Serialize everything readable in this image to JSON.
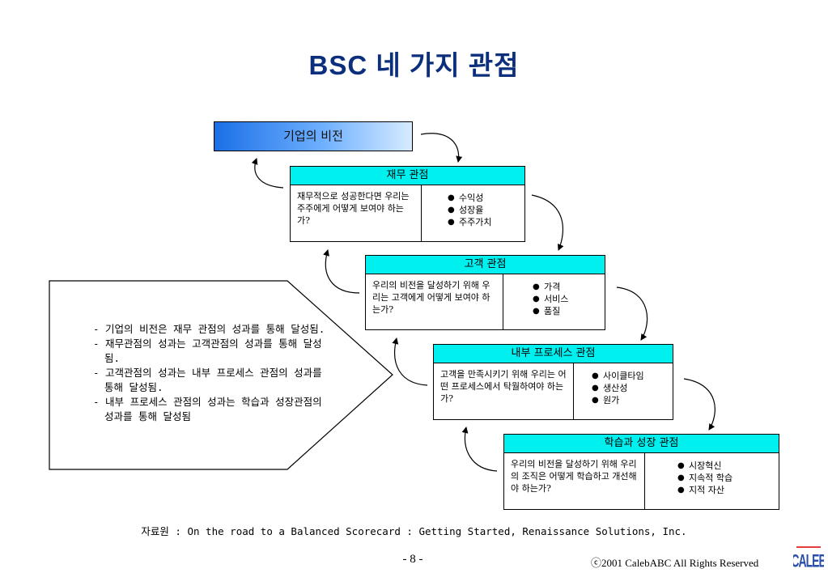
{
  "title": "BSC 네 가지 관점",
  "vision": "기업의 비전",
  "perspectives": [
    {
      "title": "재무 관점",
      "question": "재무적으로 성공한다면 우리는 주주에게 어떻게 보여야 하는가?",
      "items": [
        "수익성",
        "성장율",
        "주주가치"
      ]
    },
    {
      "title": "고객 관점",
      "question": "우리의 비전을 달성하기 위해 우리는 고객에게 어떻게 보여야 하는가?",
      "items": [
        "가격",
        "서비스",
        "품질"
      ]
    },
    {
      "title": "내부 프로세스 관점",
      "question": "고객을 만족시키기 위해 우리는 어떤 프로세스에서 탁월하여야 하는가?",
      "items": [
        "사이클타임",
        "생산성",
        "원가"
      ]
    },
    {
      "title": "학습과 성장 관점",
      "question": "우리의 비전을 달성하기 위해 우리의 조직은 어떻게 학습하고 개선해야 하는가?",
      "items": [
        "시장혁신",
        "지속적 학습",
        "지적 자산"
      ]
    }
  ],
  "summary": [
    "- 기업의 비전은 재무 관점의 성과를 통해 달성됨.",
    "- 재무관점의 성과는 고객관점의 성과를 통해 달성됨.",
    "- 고객관점의 성과는 내부 프로세스 관점의 성과를 통해 달성됨.",
    "- 내부 프로세스 관점의 성과는 학습과 성장관점의 성과를 통해 달성됨"
  ],
  "source": "자료원 : On the road to a Balanced Scorecard : Getting Started, Renaissance Solutions, Inc.",
  "page_number": "- 8 -",
  "copyright": "ⓒ2001 CalebABC All Rights Reserved",
  "logo_text": "CALEB",
  "colors": {
    "title": "#0b2f7c",
    "header_fill": "#00f0f0",
    "vision_fill": "#1b6fe6"
  }
}
